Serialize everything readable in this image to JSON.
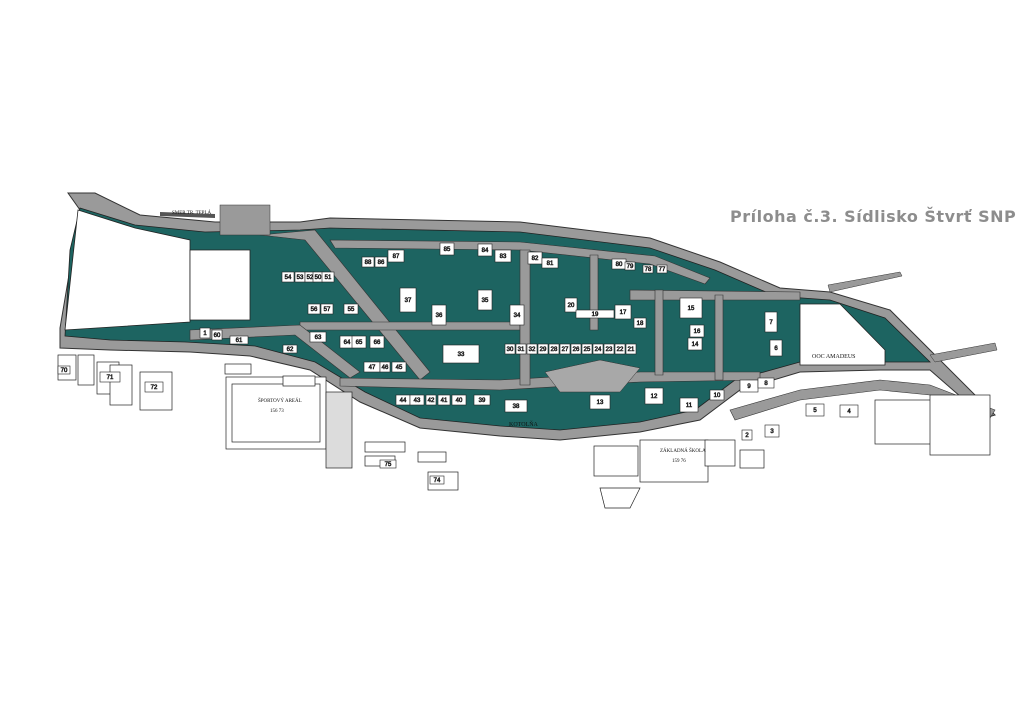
{
  "title": "Príloha č.3. Sídlisko Štvrť SNP",
  "colors": {
    "zone": "#1d6461",
    "road": "#8a8a8a",
    "outline": "#333333",
    "paper": "#ffffff"
  },
  "places": {
    "kotolna": "KOTOLŇA",
    "sportovy_areal": "ŠPORTOVÝ AREÁL",
    "sportovy_areal_nums": "156\n73",
    "ooc_amadeus": "OOC AMADEUS",
    "zakladna_skola": "ZÁKLADNÁ ŠKOLA",
    "zakladna_skola_nums": "159\n76",
    "smer_teplice": "SMER TR. TEPLÁ"
  },
  "buildings": [
    "88",
    "86",
    "87",
    "85",
    "84",
    "83",
    "82",
    "81",
    "80",
    "79",
    "78",
    "77",
    "54",
    "53",
    "52",
    "50",
    "51",
    "56",
    "57",
    "55",
    "37",
    "36",
    "35",
    "34",
    "20",
    "19",
    "17",
    "15",
    "33",
    "30",
    "31",
    "32",
    "29",
    "28",
    "27",
    "26",
    "25",
    "24",
    "23",
    "22",
    "21",
    "18",
    "16",
    "14",
    "47",
    "46",
    "45",
    "44",
    "43",
    "42",
    "41",
    "40",
    "39",
    "38",
    "13",
    "12",
    "11",
    "10",
    "9",
    "8",
    "7",
    "6",
    "5",
    "4",
    "3",
    "2",
    "1",
    "60",
    "61",
    "62",
    "63",
    "64",
    "65",
    "66",
    "70",
    "71",
    "72",
    "74",
    "75"
  ]
}
